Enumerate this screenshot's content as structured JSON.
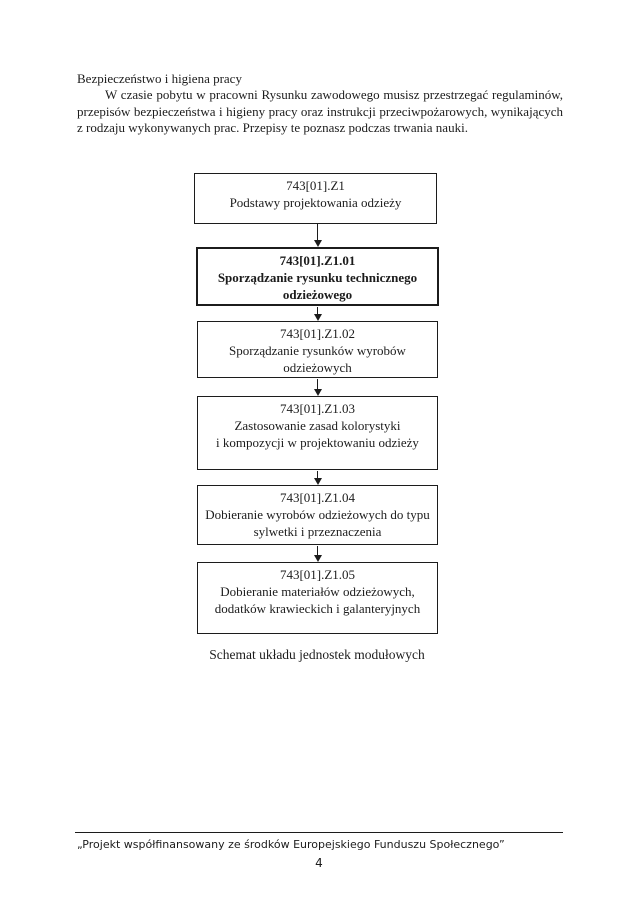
{
  "document": {
    "heading": "Bezpieczeństwo i higiena pracy",
    "paragraph": "W czasie pobytu w pracowni Rysunku zawodowego musisz przestrzegać regulaminów, przepisów bezpieczeństwa i higieny pracy oraz instrukcji przeciwpożarowych, wynikających z rodzaju wykonywanych prac. Przepisy te poznasz podczas trwania nauki.",
    "diagram_caption": "Schemat układu jednostek modułowych",
    "footer": {
      "text": "„Projekt współfinansowany ze środków Europejskiego Funduszu Społecznego”",
      "page_number": "4"
    }
  },
  "flowchart": {
    "nodes": [
      {
        "code": "743[01].Z1",
        "label": "Podstawy projektowania odzieży",
        "emphasized": false
      },
      {
        "code": "743[01].Z1.01",
        "label": "Sporządzanie rysunku technicznego\nodzieżowego",
        "emphasized": true
      },
      {
        "code": "743[01].Z1.02",
        "label": "Sporządzanie rysunków wyrobów\nodzieżowych",
        "emphasized": false
      },
      {
        "code": "743[01].Z1.03",
        "label": "Zastosowanie zasad kolorystyki\ni kompozycji w projektowaniu odzieży",
        "emphasized": false
      },
      {
        "code": "743[01].Z1.04",
        "label": "Dobieranie wyrobów odzieżowych do typu\nsylwetki i przeznaczenia",
        "emphasized": false
      },
      {
        "code": "743[01].Z1.05",
        "label": "Dobieranie materiałów odzieżowych,\ndodatków krawieckich i galanteryjnych",
        "emphasized": false
      }
    ]
  },
  "colors": {
    "text": "#1c1c1c",
    "border": "#1c1c1c",
    "background": "#ffffff"
  }
}
